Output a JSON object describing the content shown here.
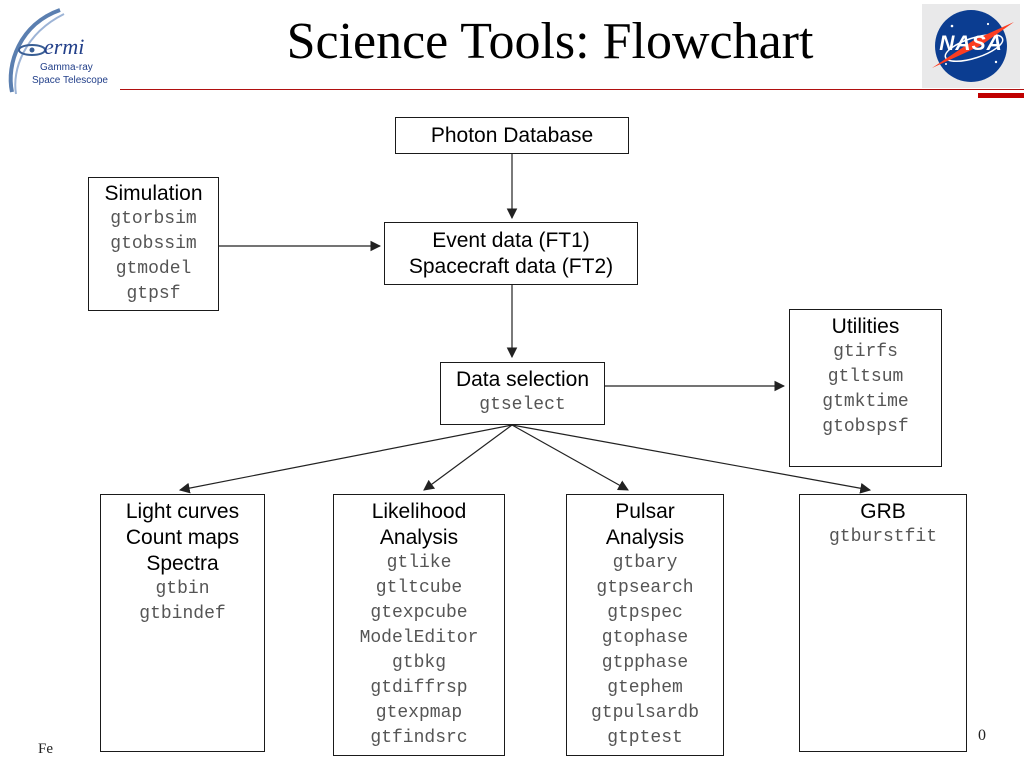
{
  "header": {
    "title": "Science Tools: Flowchart",
    "fermi_logo": {
      "wordmark": "ermi",
      "line1": "Gamma-ray",
      "line2": "Space Telescope"
    },
    "nasa_logo": {
      "text": "NASA"
    }
  },
  "footer": {
    "left": "Fe",
    "page": "0"
  },
  "colors": {
    "rule": "#b01010",
    "tool_text": "#555555",
    "nasa_blue": "#0b3d91",
    "nasa_red": "#fc3d21"
  },
  "boxes": {
    "photon_db": {
      "heading": "Photon Database"
    },
    "event_data": {
      "line1": "Event data (FT1)",
      "line2": "Spacecraft data (FT2)"
    },
    "simulation": {
      "heading": "Simulation",
      "tools": [
        "gtorbsim",
        "gtobssim",
        "gtmodel",
        "gtpsf"
      ]
    },
    "data_selection": {
      "heading": "Data selection",
      "tools": [
        "gtselect"
      ]
    },
    "utilities": {
      "heading": "Utilities",
      "tools": [
        "gtirfs",
        "gtltsum",
        "gtmktime",
        "gtobspsf"
      ]
    },
    "lightcurves": {
      "headings": [
        "Light curves",
        "Count maps",
        "Spectra"
      ],
      "tools": [
        "gtbin",
        "gtbindef"
      ]
    },
    "likelihood": {
      "headings": [
        "Likelihood",
        "Analysis"
      ],
      "tools": [
        "gtlike",
        "gtltcube",
        "gtexpcube",
        "ModelEditor",
        "gtbkg",
        "gtdiffrsp",
        "gtexpmap",
        "gtfindsrc"
      ]
    },
    "pulsar": {
      "headings": [
        "Pulsar",
        "Analysis"
      ],
      "tools": [
        "gtbary",
        "gtpsearch",
        "gtpspec",
        "gtophase",
        "gtpphase",
        "gtephem",
        "gtpulsardb",
        "gtptest"
      ]
    },
    "grb": {
      "heading": "GRB",
      "tools": [
        "gtburstfit"
      ]
    }
  }
}
